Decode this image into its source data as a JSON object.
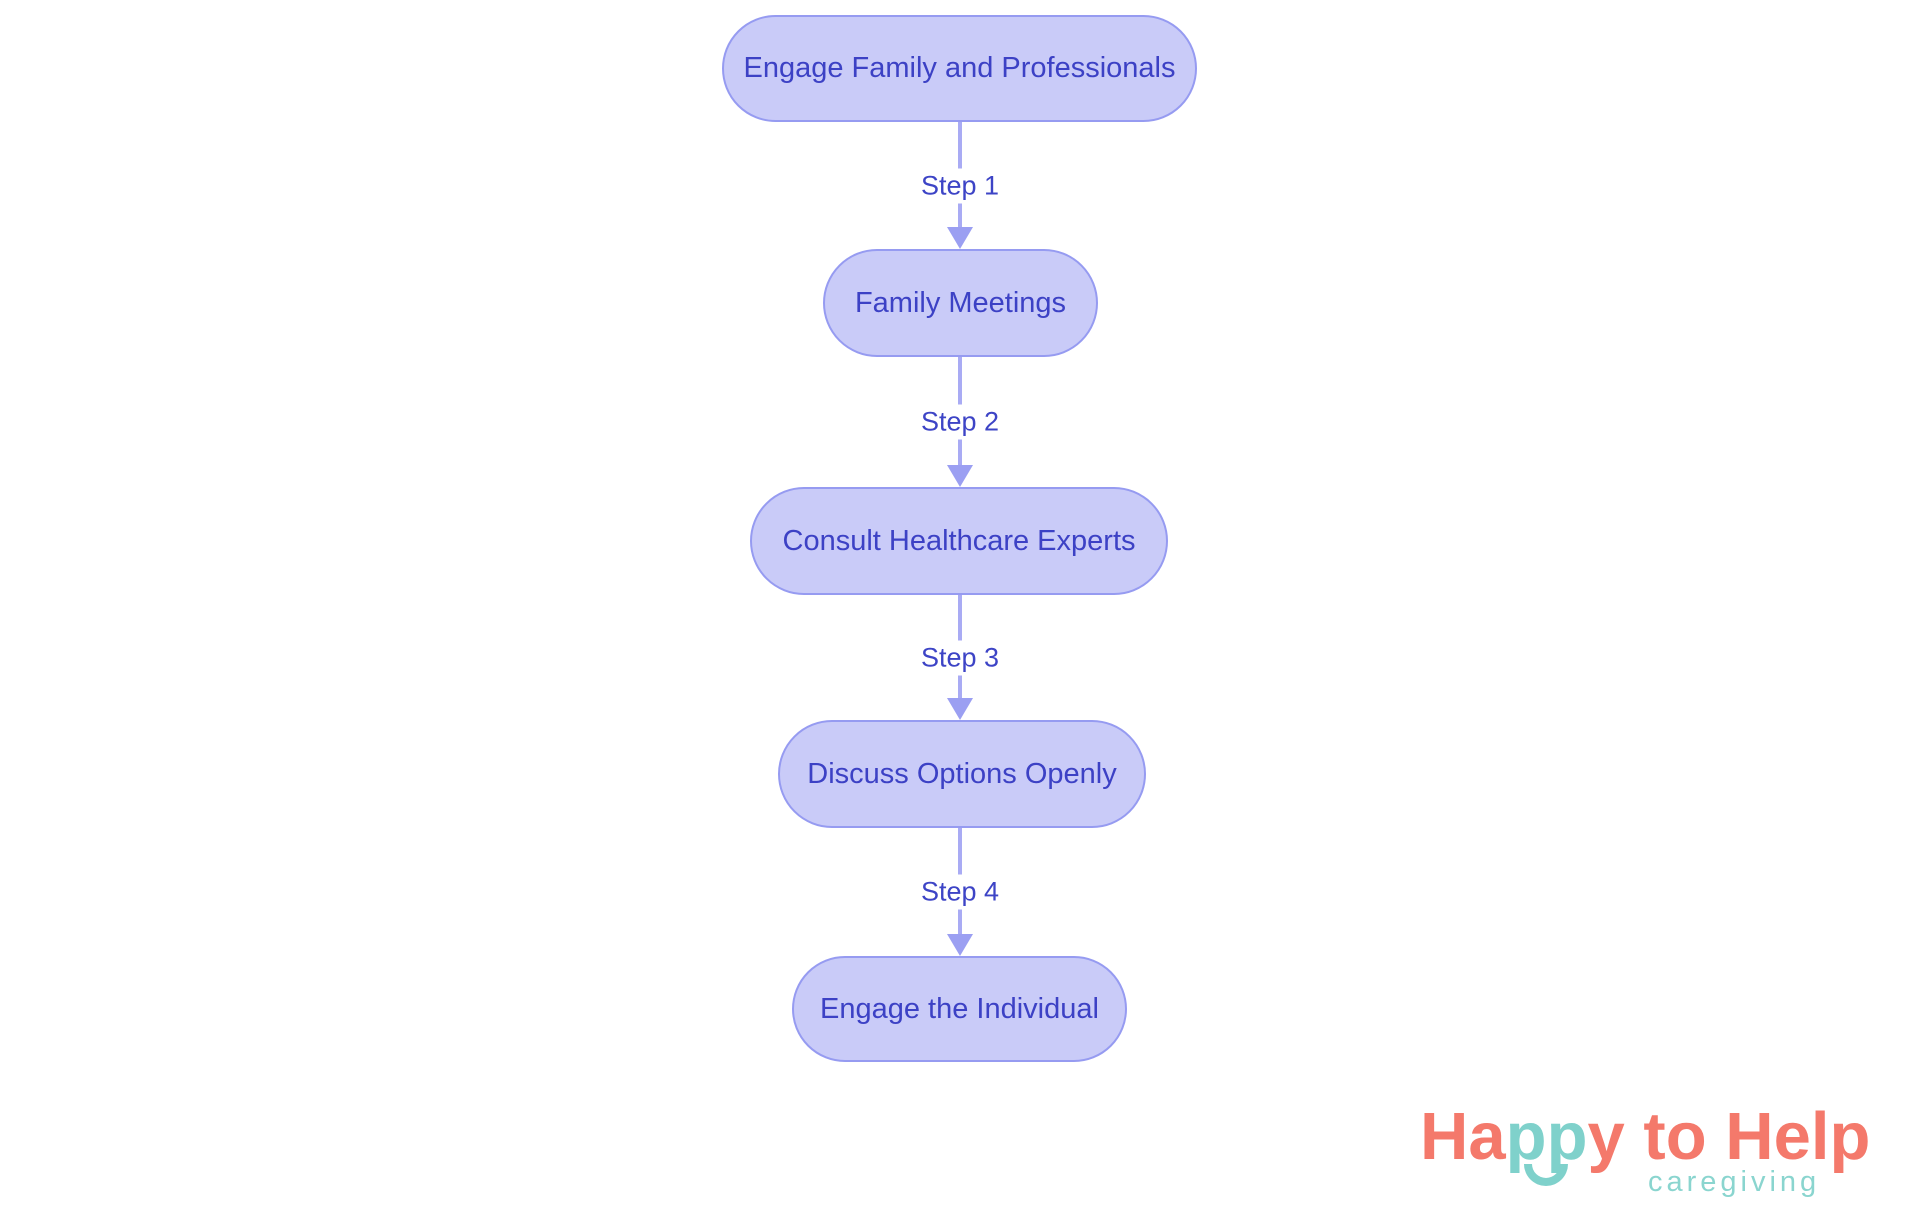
{
  "flowchart": {
    "type": "vertical-process-flow",
    "nodes": [
      {
        "id": 1,
        "label": "Engage Family and Professionals"
      },
      {
        "id": 2,
        "label": "Family Meetings"
      },
      {
        "id": 3,
        "label": "Consult Healthcare Experts"
      },
      {
        "id": 4,
        "label": "Discuss Options Openly"
      },
      {
        "id": 5,
        "label": "Engage the Individual"
      }
    ],
    "steps": [
      {
        "label": "Step 1",
        "from": 1,
        "to": 2
      },
      {
        "label": "Step 2",
        "from": 2,
        "to": 3
      },
      {
        "label": "Step 3",
        "from": 3,
        "to": 4
      },
      {
        "label": "Step 4",
        "from": 4,
        "to": 5
      }
    ],
    "colors": {
      "node_fill": "#c9cbf8",
      "node_border": "#969bf1",
      "node_text": "#3c41c5",
      "arrow_line": "#a9abf4",
      "arrow_head": "#9b9ff2",
      "step_text": "#3d44c6"
    }
  },
  "logo": {
    "word_part1": "Ha",
    "word_part2": "pp",
    "word_part3": "y to Help",
    "tagline": "caregiving",
    "colors": {
      "coral": "#f4796b",
      "teal": "#7fd1cb",
      "tagline_teal": "#8ad5cf"
    }
  }
}
